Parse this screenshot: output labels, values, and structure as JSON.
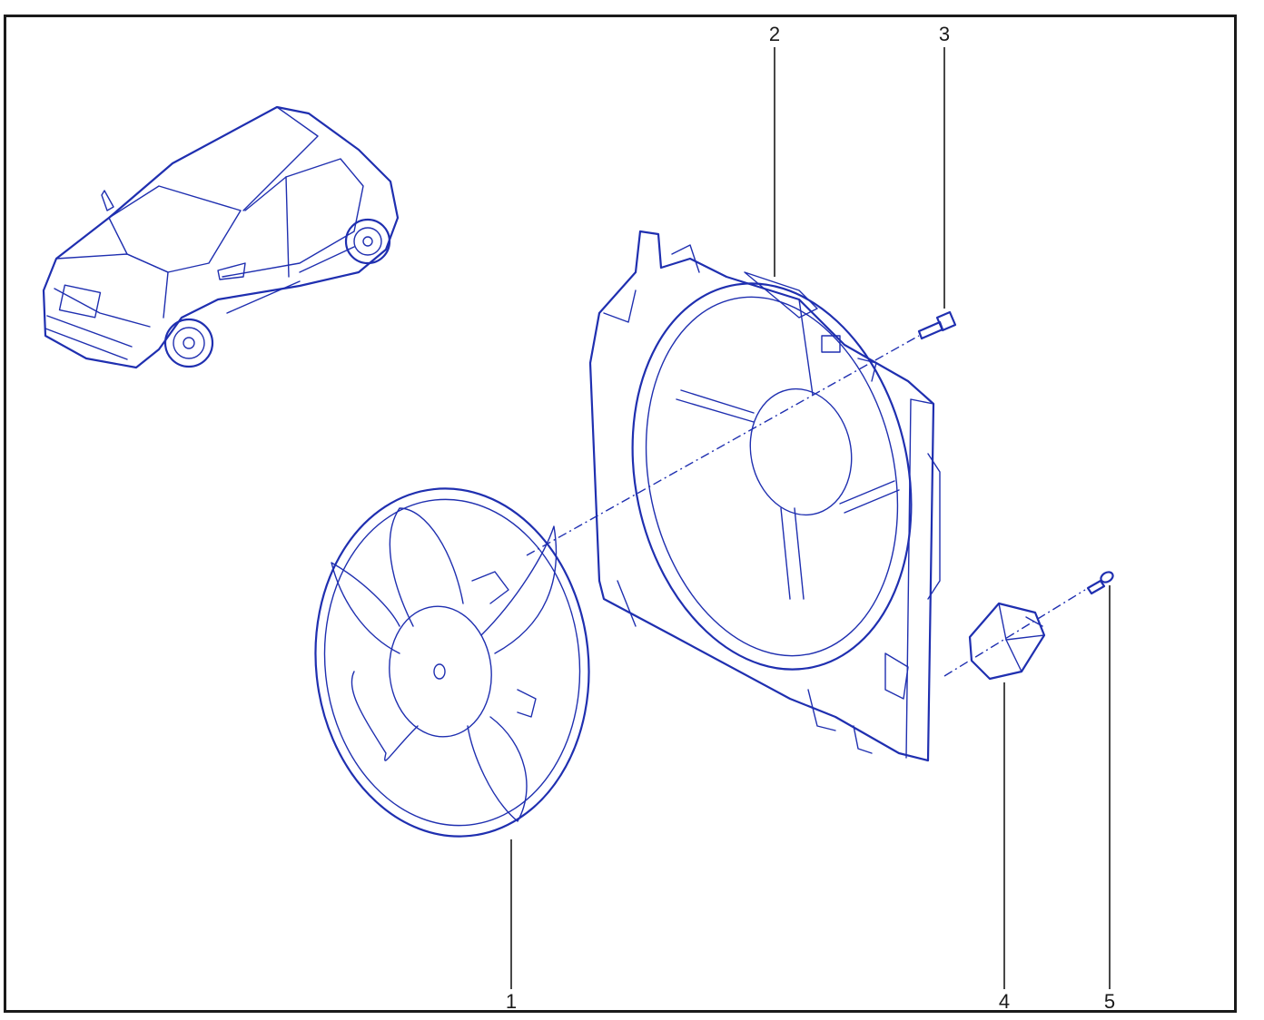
{
  "diagram": {
    "colors": {
      "line": "#1f2fb0",
      "frame": "#1a1a1a",
      "background": "#ffffff"
    },
    "parts": [
      {
        "id": "fan",
        "label": "1"
      },
      {
        "id": "fan-shroud",
        "label": "2"
      },
      {
        "id": "bolt",
        "label": "3"
      },
      {
        "id": "resistor-module",
        "label": "4"
      },
      {
        "id": "screw",
        "label": "5"
      }
    ]
  }
}
